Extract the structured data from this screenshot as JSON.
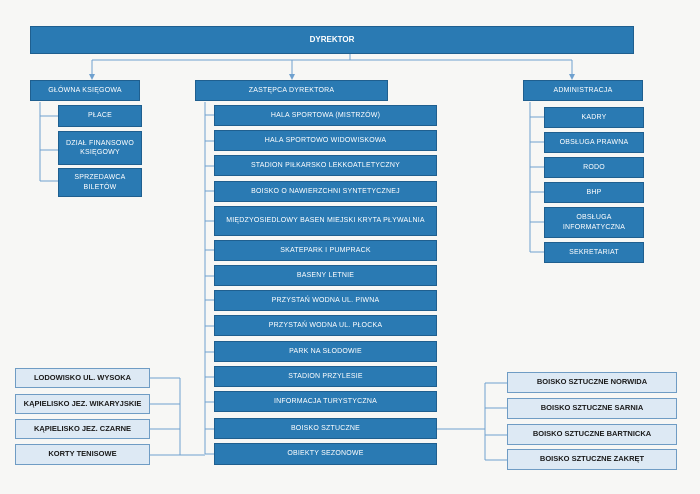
{
  "top": {
    "label": "DYREKTOR"
  },
  "heads": {
    "glowna": "GŁÓWNA KSIĘGOWA",
    "zastepca": "ZASTĘPCA DYREKTORA",
    "administracja": "ADMINISTRACJA"
  },
  "glowna_items": [
    "PŁACE",
    "DZIAŁ FINANSOWO KSIĘGOWY",
    "SPRZEDAWCA BILETÓW"
  ],
  "zastepca_items": [
    "HALA SPORTOWA (MISTRZÓW)",
    "HALA SPORTOWO WIDOWISKOWA",
    "STADION PIŁKARSKO LEKKOATLETYCZNY",
    "BOISKO O NAWIERZCHNI SYNTETYCZNEJ",
    "MIĘDZYOSIEDLOWY BASEN MIEJSKI KRYTA PŁYWALNIA",
    "SKATEPARK I PUMPRACK",
    "BASENY LETNIE",
    "PRZYSTAŃ WODNA UL. PIWNA",
    "PRZYSTAŃ WODNA UL. PŁOCKA",
    "PARK NA SŁODOWIE",
    "STADION PRZYLESIE",
    "INFORMACJA TURYSTYCZNA",
    "BOISKO SZTUCZNE",
    "OBIEKTY SEZONOWE"
  ],
  "admin_items": [
    "KADRY",
    "OBSŁUGA PRAWNA",
    "RODO",
    "BHP",
    "OBSŁUGA INFORMATYCZNA",
    "SEKRETARIAT"
  ],
  "seasonal_items": [
    "LODOWISKO UL. WYSOKA",
    "KĄPIELISKO JEZ. WIKARYJSKIE",
    "KĄPIELISKO JEZ. CZARNE",
    "KORTY TENISOWE"
  ],
  "boisko_items": [
    "BOISKO SZTUCZNE NORWIDA",
    "BOISKO SZTUCZNE SARNIA",
    "BOISKO SZTUCZNE BARTNICKA",
    "BOISKO SZTUCZNE ZAKRĘT"
  ],
  "colors": {
    "dark": "#2a7ab3",
    "light": "#dde9f4",
    "line": "#6fa1cf"
  }
}
